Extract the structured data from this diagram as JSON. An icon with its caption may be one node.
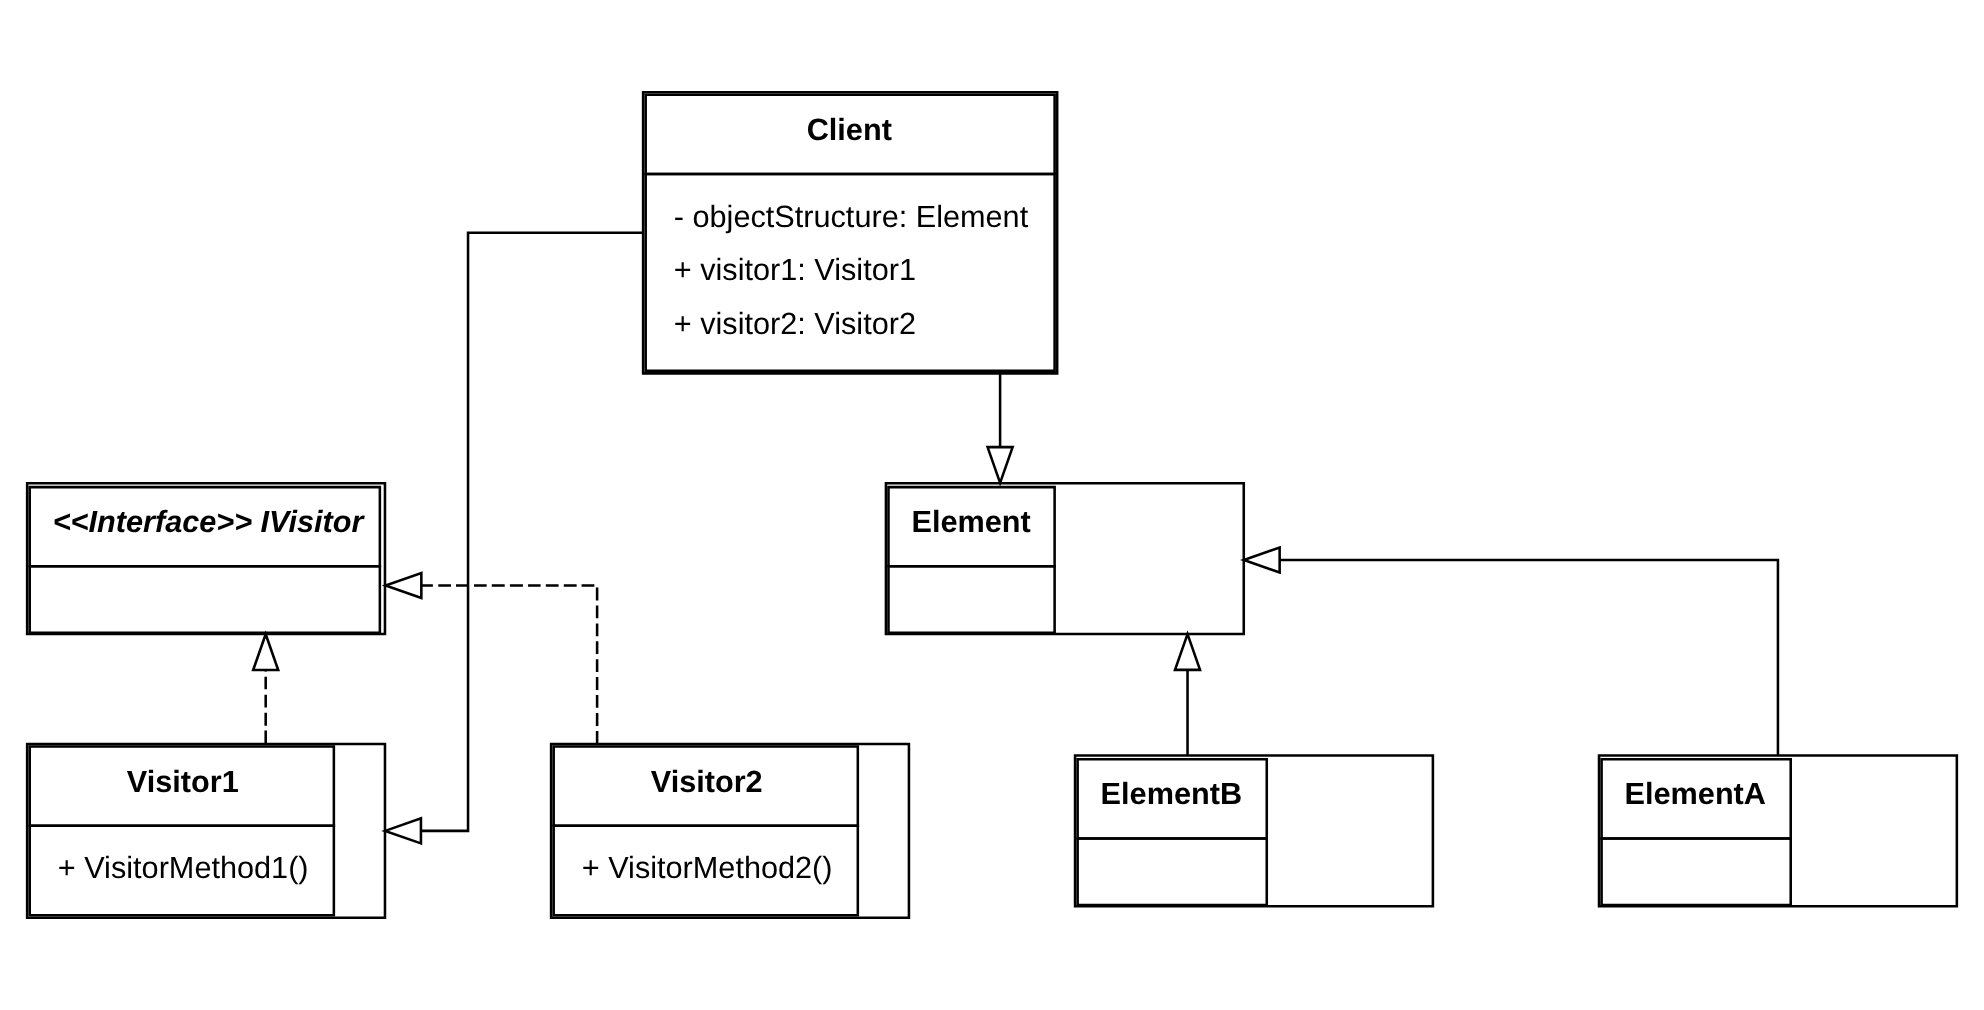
{
  "diagram": {
    "nodes": [
      {
        "text": [
          "Client",
          "- objectStructure: Element",
          "+ visitor1: Visitor1",
          "+ visitor2: Visitor2"
        ]
      },
      {
        "text": [
          "<<Interface>> IVisitor"
        ]
      },
      {
        "text": [
          "Element"
        ]
      },
      {
        "text": [
          "Visitor1",
          "+ VisitorMethod1()"
        ]
      },
      {
        "text": [
          "Visitor2",
          "+ VisitorMethod2()"
        ]
      },
      {
        "text": [
          "ElementA"
        ]
      },
      {
        "text": [
          "ElementB"
        ]
      }
    ],
    "edges": [
      {
        "from": 0,
        "to": 3,
        "arrow": "to"
      },
      {
        "from": 0,
        "to": 2,
        "arrow": "to"
      },
      {
        "from": 3,
        "to": 1,
        "arrow": "to",
        "style": "dashed"
      },
      {
        "from": 4,
        "to": 1,
        "arrow": "to",
        "style": "dashed"
      },
      {
        "from": 5,
        "to": 2,
        "arrow": "to"
      },
      {
        "from": 6,
        "to": 2,
        "arrow": "to"
      }
    ]
  }
}
